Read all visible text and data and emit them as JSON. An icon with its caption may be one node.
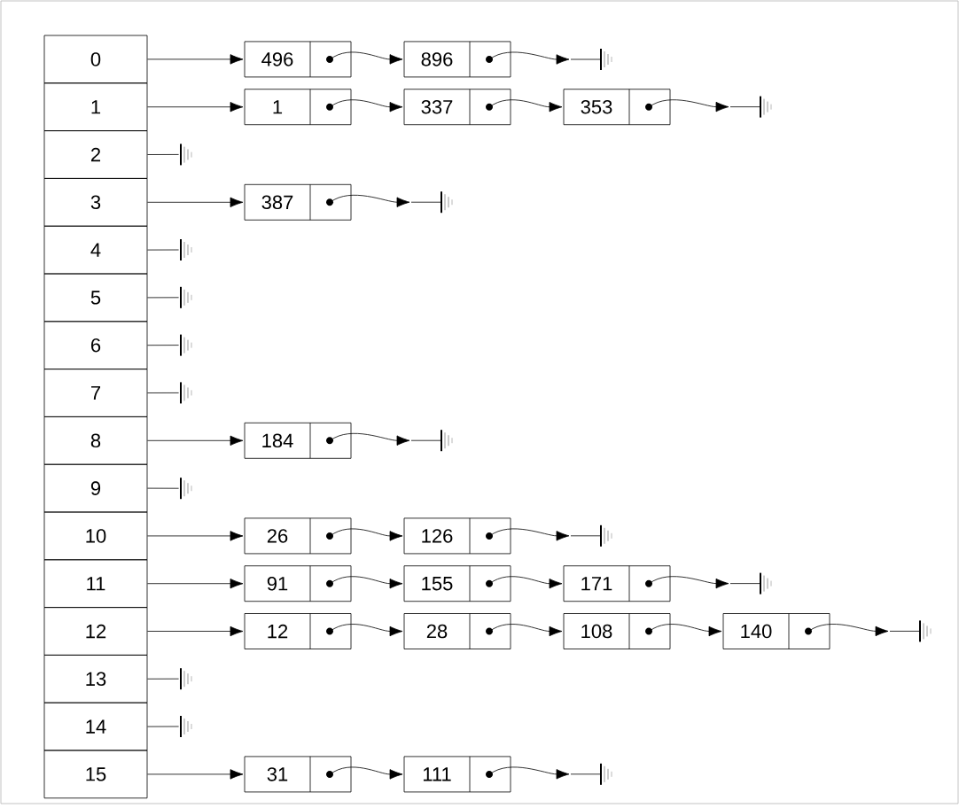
{
  "diagram": {
    "nodes": [
      {
        "text": [
          "0"
        ]
      },
      {
        "text": [
          "1"
        ]
      },
      {
        "text": [
          "2"
        ]
      },
      {
        "text": [
          "3"
        ]
      },
      {
        "text": [
          "4"
        ]
      },
      {
        "text": [
          "5"
        ]
      },
      {
        "text": [
          "6"
        ]
      },
      {
        "text": [
          "7"
        ]
      },
      {
        "text": [
          "8"
        ]
      },
      {
        "text": [
          "9"
        ]
      },
      {
        "text": [
          "10"
        ]
      },
      {
        "text": [
          "11"
        ]
      },
      {
        "text": [
          "12"
        ]
      },
      {
        "text": [
          "13"
        ]
      },
      {
        "text": [
          "14"
        ]
      },
      {
        "text": [
          "15"
        ]
      },
      {
        "text": [
          "496"
        ]
      },
      {
        "text": [
          "896"
        ]
      },
      {
        "text": [],
        "shape": "ground"
      },
      {
        "text": [
          "1"
        ]
      },
      {
        "text": [
          "337"
        ]
      },
      {
        "text": [
          "353"
        ]
      },
      {
        "text": [],
        "shape": "ground"
      },
      {
        "text": [],
        "shape": "ground"
      },
      {
        "text": [
          "387"
        ]
      },
      {
        "text": [],
        "shape": "ground"
      },
      {
        "text": [],
        "shape": "ground"
      },
      {
        "text": [],
        "shape": "ground"
      },
      {
        "text": [],
        "shape": "ground"
      },
      {
        "text": [],
        "shape": "ground"
      },
      {
        "text": [
          "184"
        ]
      },
      {
        "text": [],
        "shape": "ground"
      },
      {
        "text": [],
        "shape": "ground"
      },
      {
        "text": [
          "26"
        ]
      },
      {
        "text": [
          "126"
        ]
      },
      {
        "text": [],
        "shape": "ground"
      },
      {
        "text": [
          "91"
        ]
      },
      {
        "text": [
          "155"
        ]
      },
      {
        "text": [
          "171"
        ]
      },
      {
        "text": [],
        "shape": "ground"
      },
      {
        "text": [
          "12"
        ]
      },
      {
        "text": [
          "28"
        ]
      },
      {
        "text": [
          "108"
        ]
      },
      {
        "text": [
          "140"
        ]
      },
      {
        "text": [],
        "shape": "ground"
      },
      {
        "text": [],
        "shape": "ground"
      },
      {
        "text": [],
        "shape": "ground"
      },
      {
        "text": [
          "31"
        ]
      },
      {
        "text": [
          "111"
        ]
      },
      {
        "text": [],
        "shape": "ground"
      }
    ],
    "edges": [
      {
        "from": 0,
        "to": 16,
        "arrow": "to"
      },
      {
        "from": 16,
        "to": 17,
        "arrow": "to"
      },
      {
        "from": 17,
        "to": 18,
        "arrow": "to"
      },
      {
        "from": 1,
        "to": 19,
        "arrow": "to"
      },
      {
        "from": 19,
        "to": 20,
        "arrow": "to"
      },
      {
        "from": 20,
        "to": 21,
        "arrow": "to"
      },
      {
        "from": 21,
        "to": 22,
        "arrow": "to"
      },
      {
        "from": 2,
        "to": 23,
        "arrow": "none"
      },
      {
        "from": 3,
        "to": 24,
        "arrow": "to"
      },
      {
        "from": 24,
        "to": 25,
        "arrow": "to"
      },
      {
        "from": 4,
        "to": 26,
        "arrow": "none"
      },
      {
        "from": 5,
        "to": 27,
        "arrow": "none"
      },
      {
        "from": 6,
        "to": 28,
        "arrow": "none"
      },
      {
        "from": 7,
        "to": 29,
        "arrow": "none"
      },
      {
        "from": 8,
        "to": 30,
        "arrow": "to"
      },
      {
        "from": 30,
        "to": 31,
        "arrow": "to"
      },
      {
        "from": 9,
        "to": 32,
        "arrow": "none"
      },
      {
        "from": 10,
        "to": 33,
        "arrow": "to"
      },
      {
        "from": 33,
        "to": 34,
        "arrow": "to"
      },
      {
        "from": 34,
        "to": 35,
        "arrow": "to"
      },
      {
        "from": 11,
        "to": 36,
        "arrow": "to"
      },
      {
        "from": 36,
        "to": 37,
        "arrow": "to"
      },
      {
        "from": 37,
        "to": 38,
        "arrow": "to"
      },
      {
        "from": 38,
        "to": 39,
        "arrow": "to"
      },
      {
        "from": 12,
        "to": 40,
        "arrow": "to"
      },
      {
        "from": 40,
        "to": 41,
        "arrow": "to"
      },
      {
        "from": 41,
        "to": 42,
        "arrow": "to"
      },
      {
        "from": 42,
        "to": 43,
        "arrow": "to"
      },
      {
        "from": 43,
        "to": 44,
        "arrow": "to"
      },
      {
        "from": 13,
        "to": 45,
        "arrow": "none"
      },
      {
        "from": 14,
        "to": 46,
        "arrow": "none"
      },
      {
        "from": 15,
        "to": 47,
        "arrow": "to"
      },
      {
        "from": 47,
        "to": 48,
        "arrow": "to"
      },
      {
        "from": 48,
        "to": 49,
        "arrow": "to"
      }
    ]
  }
}
